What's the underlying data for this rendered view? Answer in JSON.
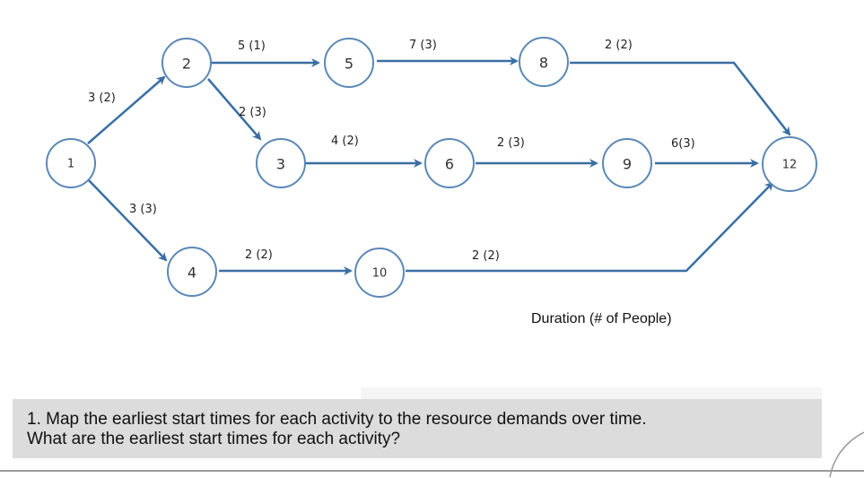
{
  "nodes": [
    {
      "id": "1",
      "label": "1"
    },
    {
      "id": "2",
      "label": "2"
    },
    {
      "id": "3",
      "label": "3"
    },
    {
      "id": "4",
      "label": "4"
    },
    {
      "id": "5",
      "label": "5"
    },
    {
      "id": "6",
      "label": "6"
    },
    {
      "id": "8",
      "label": "8"
    },
    {
      "id": "9",
      "label": "9"
    },
    {
      "id": "10",
      "label": "10"
    },
    {
      "id": "12",
      "label": "12"
    }
  ],
  "edges": [
    {
      "from": "1",
      "to": "2",
      "label": "3 (2)"
    },
    {
      "from": "1",
      "to": "4",
      "label": "3 (3)"
    },
    {
      "from": "2",
      "to": "5",
      "label": "5 (1)"
    },
    {
      "from": "2",
      "to": "3",
      "label": "2 (3)"
    },
    {
      "from": "5",
      "to": "8",
      "label": "7 (3)"
    },
    {
      "from": "8",
      "to": "12",
      "label": "2 (2)"
    },
    {
      "from": "3",
      "to": "6",
      "label": "4 (2)"
    },
    {
      "from": "6",
      "to": "9",
      "label": "2 (3)"
    },
    {
      "from": "9",
      "to": "12",
      "label": "6(3)"
    },
    {
      "from": "4",
      "to": "10",
      "label": "2 (2)"
    },
    {
      "from": "10",
      "to": "12",
      "label": "2 (2)"
    }
  ],
  "legend": "Duration (# of People)",
  "question": {
    "line1": "1. Map the earliest start times for each activity to the resource demands over time.",
    "line2": "What are the earliest start times for each activity?"
  },
  "colors": {
    "edge": "#3a6fa3",
    "node_border": "#5b88b5",
    "question_bg": "#dcdcdc"
  }
}
